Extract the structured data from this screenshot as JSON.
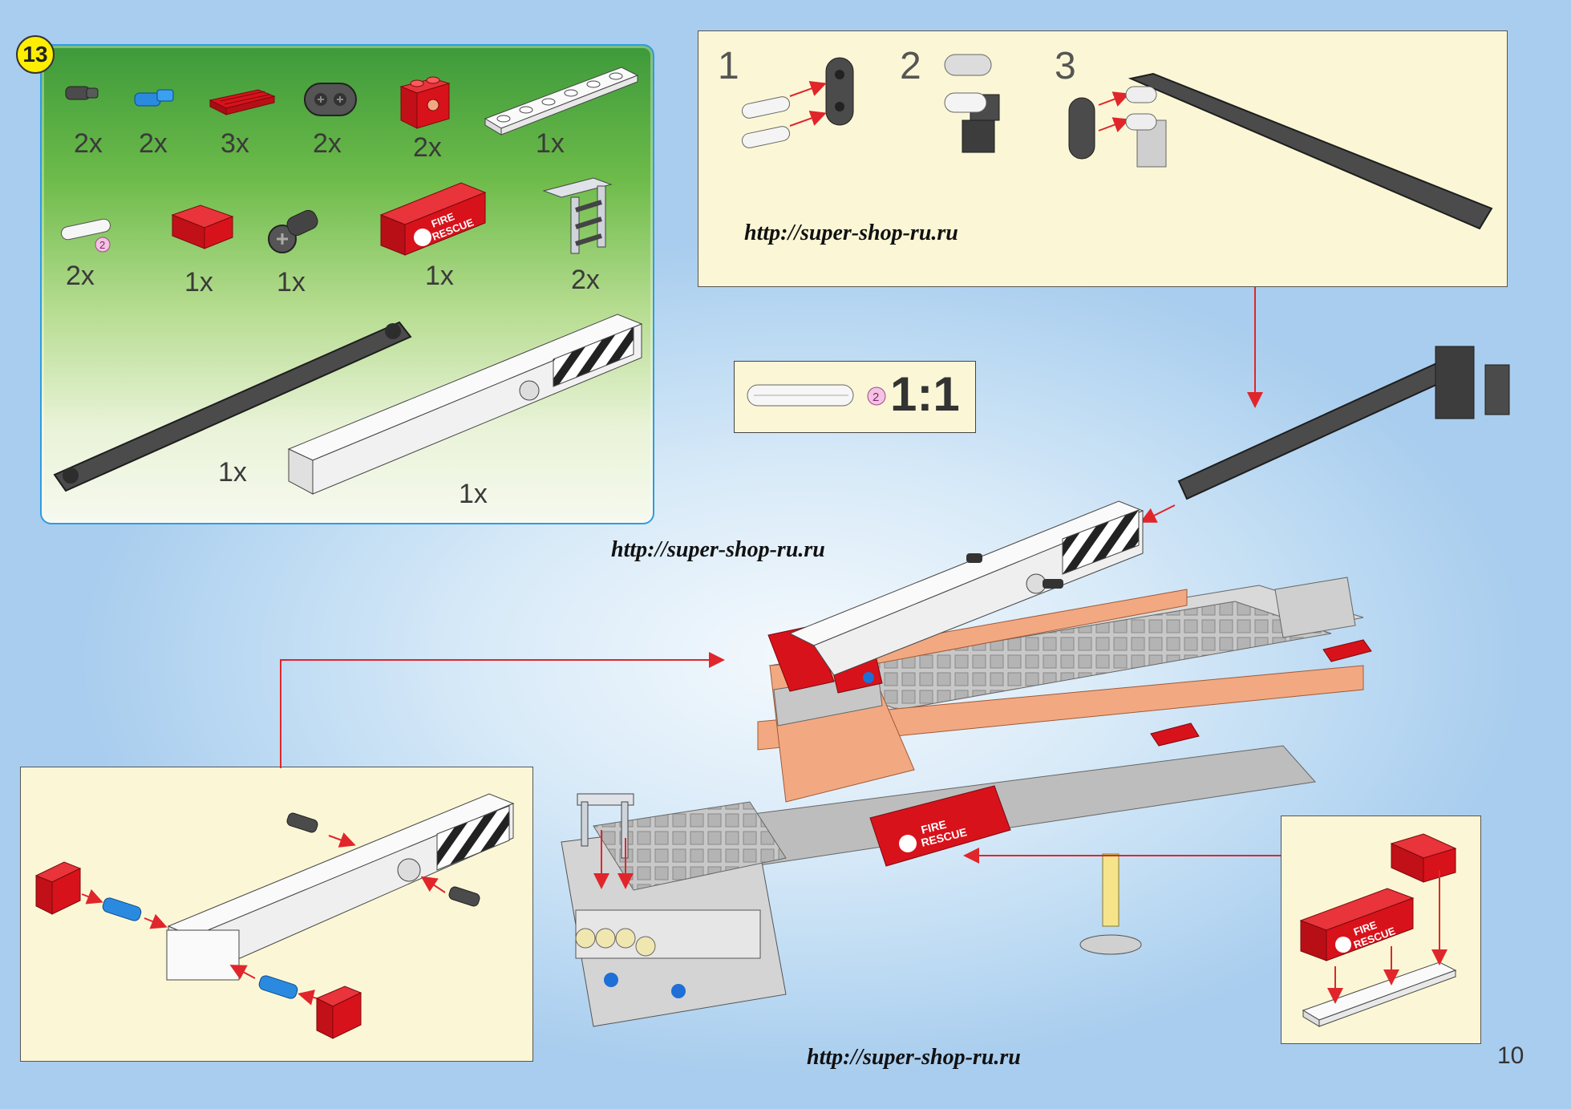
{
  "step_number": "13",
  "page_number": "10",
  "watermark": "http://super-shop-ru.ru",
  "parts_list": {
    "row1": [
      {
        "icon": "dark-gray-pin-icon",
        "qty": "2x"
      },
      {
        "icon": "blue-axle-pin-icon",
        "qty": "2x"
      },
      {
        "icon": "red-grille-tile-icon",
        "qty": "3x"
      },
      {
        "icon": "dark-gray-connector-icon",
        "qty": "2x"
      },
      {
        "icon": "red-technic-brick-icon",
        "qty": "2x"
      },
      {
        "icon": "white-plate-1x6-icon",
        "qty": "1x"
      }
    ],
    "row2": [
      {
        "icon": "white-axle-icon",
        "qty": "2x",
        "size_badge": "2"
      },
      {
        "icon": "red-slope-icon",
        "qty": "1x"
      },
      {
        "icon": "dark-gray-axle-connector-icon",
        "qty": "1x"
      },
      {
        "icon": "red-fire-rescue-brick-icon",
        "qty": "1x",
        "print": [
          "FIRE",
          "RESCUE"
        ]
      },
      {
        "icon": "light-gray-ladder-icon",
        "qty": "2x"
      }
    ],
    "row3": [
      {
        "icon": "dark-gray-technic-beam-15-icon",
        "qty": "1x"
      },
      {
        "icon": "white-striped-technic-brick-icon",
        "qty": "1x"
      }
    ]
  },
  "substeps": [
    "1",
    "2",
    "3"
  ],
  "ratio": {
    "badge": "2",
    "label": "1:1"
  },
  "colors": {
    "red": "#d8121b",
    "dark_gray": "#4a4a4a",
    "white_part": "#f7f7f7",
    "salmon": "#f2a982",
    "blue": "#1e6fd6",
    "yellow_badge": "#ffee00",
    "arrow": "#e0262b"
  }
}
